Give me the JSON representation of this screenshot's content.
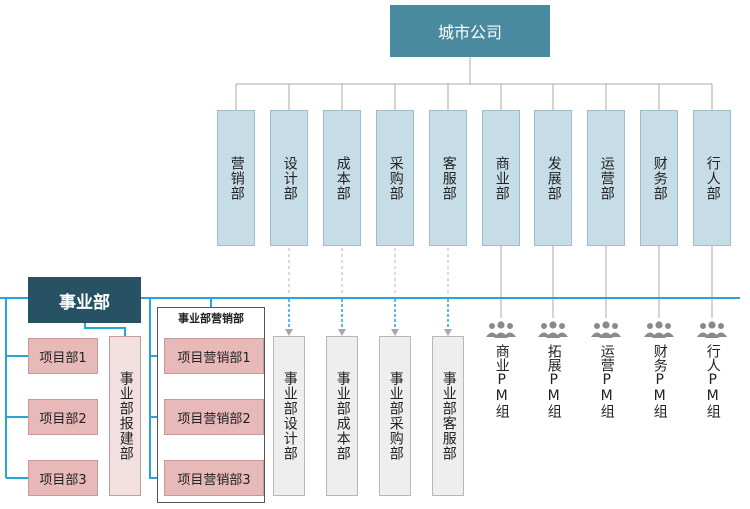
{
  "top": {
    "title": "城市公司"
  },
  "departments": [
    "营销部",
    "设计部",
    "成本部",
    "采购部",
    "客服部",
    "商业部",
    "发展部",
    "运营部",
    "财务部",
    "行人部"
  ],
  "business_unit": {
    "title": "事业部",
    "projects": [
      "项目部1",
      "项目部2",
      "项目部3"
    ],
    "baojian": "事业部报建部",
    "marketing": {
      "title": "事业部营销部",
      "items": [
        "项目营销部1",
        "项目营销部2",
        "项目营销部3"
      ]
    },
    "functional": [
      "事业部设计部",
      "事业部成本部",
      "事业部采购部",
      "事业部客服部"
    ]
  },
  "pm_groups": [
    "商业PM组",
    "拓展PM组",
    "运营PM组",
    "财务PM组",
    "行人PM组"
  ],
  "colors": {
    "top": "#4a8a9e",
    "dept": "#c6dce6",
    "business": "#275264",
    "pink": "#e8b9b9",
    "baojian": "#f2e0e0",
    "gray": "#eeeeee",
    "accent_line": "#29a3dc",
    "connector": "#a8a8a8",
    "icon": "#8a8a8a"
  }
}
